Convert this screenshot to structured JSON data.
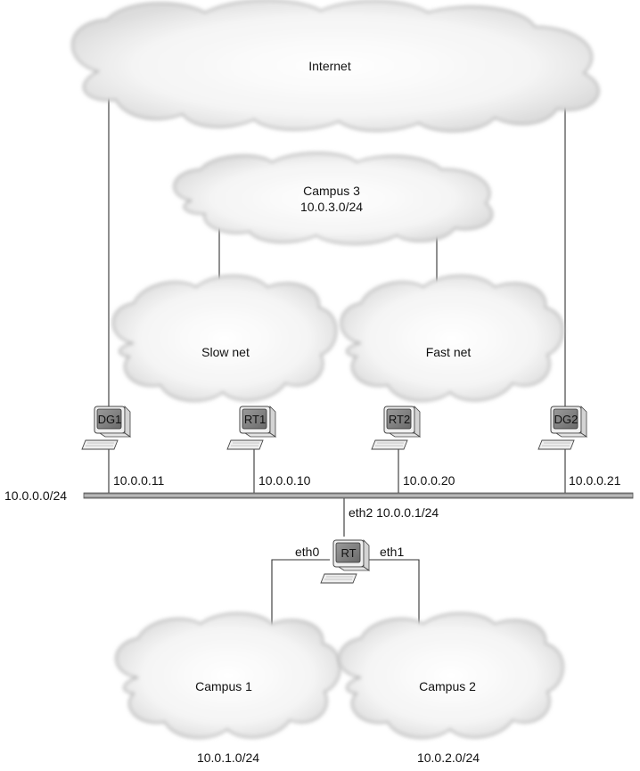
{
  "clouds": {
    "internet": {
      "label": "Internet"
    },
    "campus3": {
      "label": "Campus 3",
      "subnet": "10.0.3.0/24"
    },
    "slow_net": {
      "label": "Slow net"
    },
    "fast_net": {
      "label": "Fast net"
    },
    "campus1": {
      "label": "Campus 1",
      "subnet": "10.0.1.0/24"
    },
    "campus2": {
      "label": "Campus 2",
      "subnet": "10.0.2.0/24"
    }
  },
  "hosts": {
    "dg1": {
      "label": "DG1",
      "ip": "10.0.0.11"
    },
    "rt1": {
      "label": "RT1",
      "ip": "10.0.0.10"
    },
    "rt2": {
      "label": "RT2",
      "ip": "10.0.0.20"
    },
    "dg2": {
      "label": "DG2",
      "ip": "10.0.0.21"
    },
    "rt": {
      "label": "RT",
      "eth2": "eth2 10.0.0.1/24",
      "eth0": "eth0",
      "eth1": "eth1"
    }
  },
  "backbone": {
    "subnet": "10.0.0.0/24"
  },
  "colors": {
    "cloud_fill": "#f3f3f3",
    "cloud_edge": "#a9a9a9",
    "line": "#333333",
    "bus": "#8a8a8a"
  }
}
